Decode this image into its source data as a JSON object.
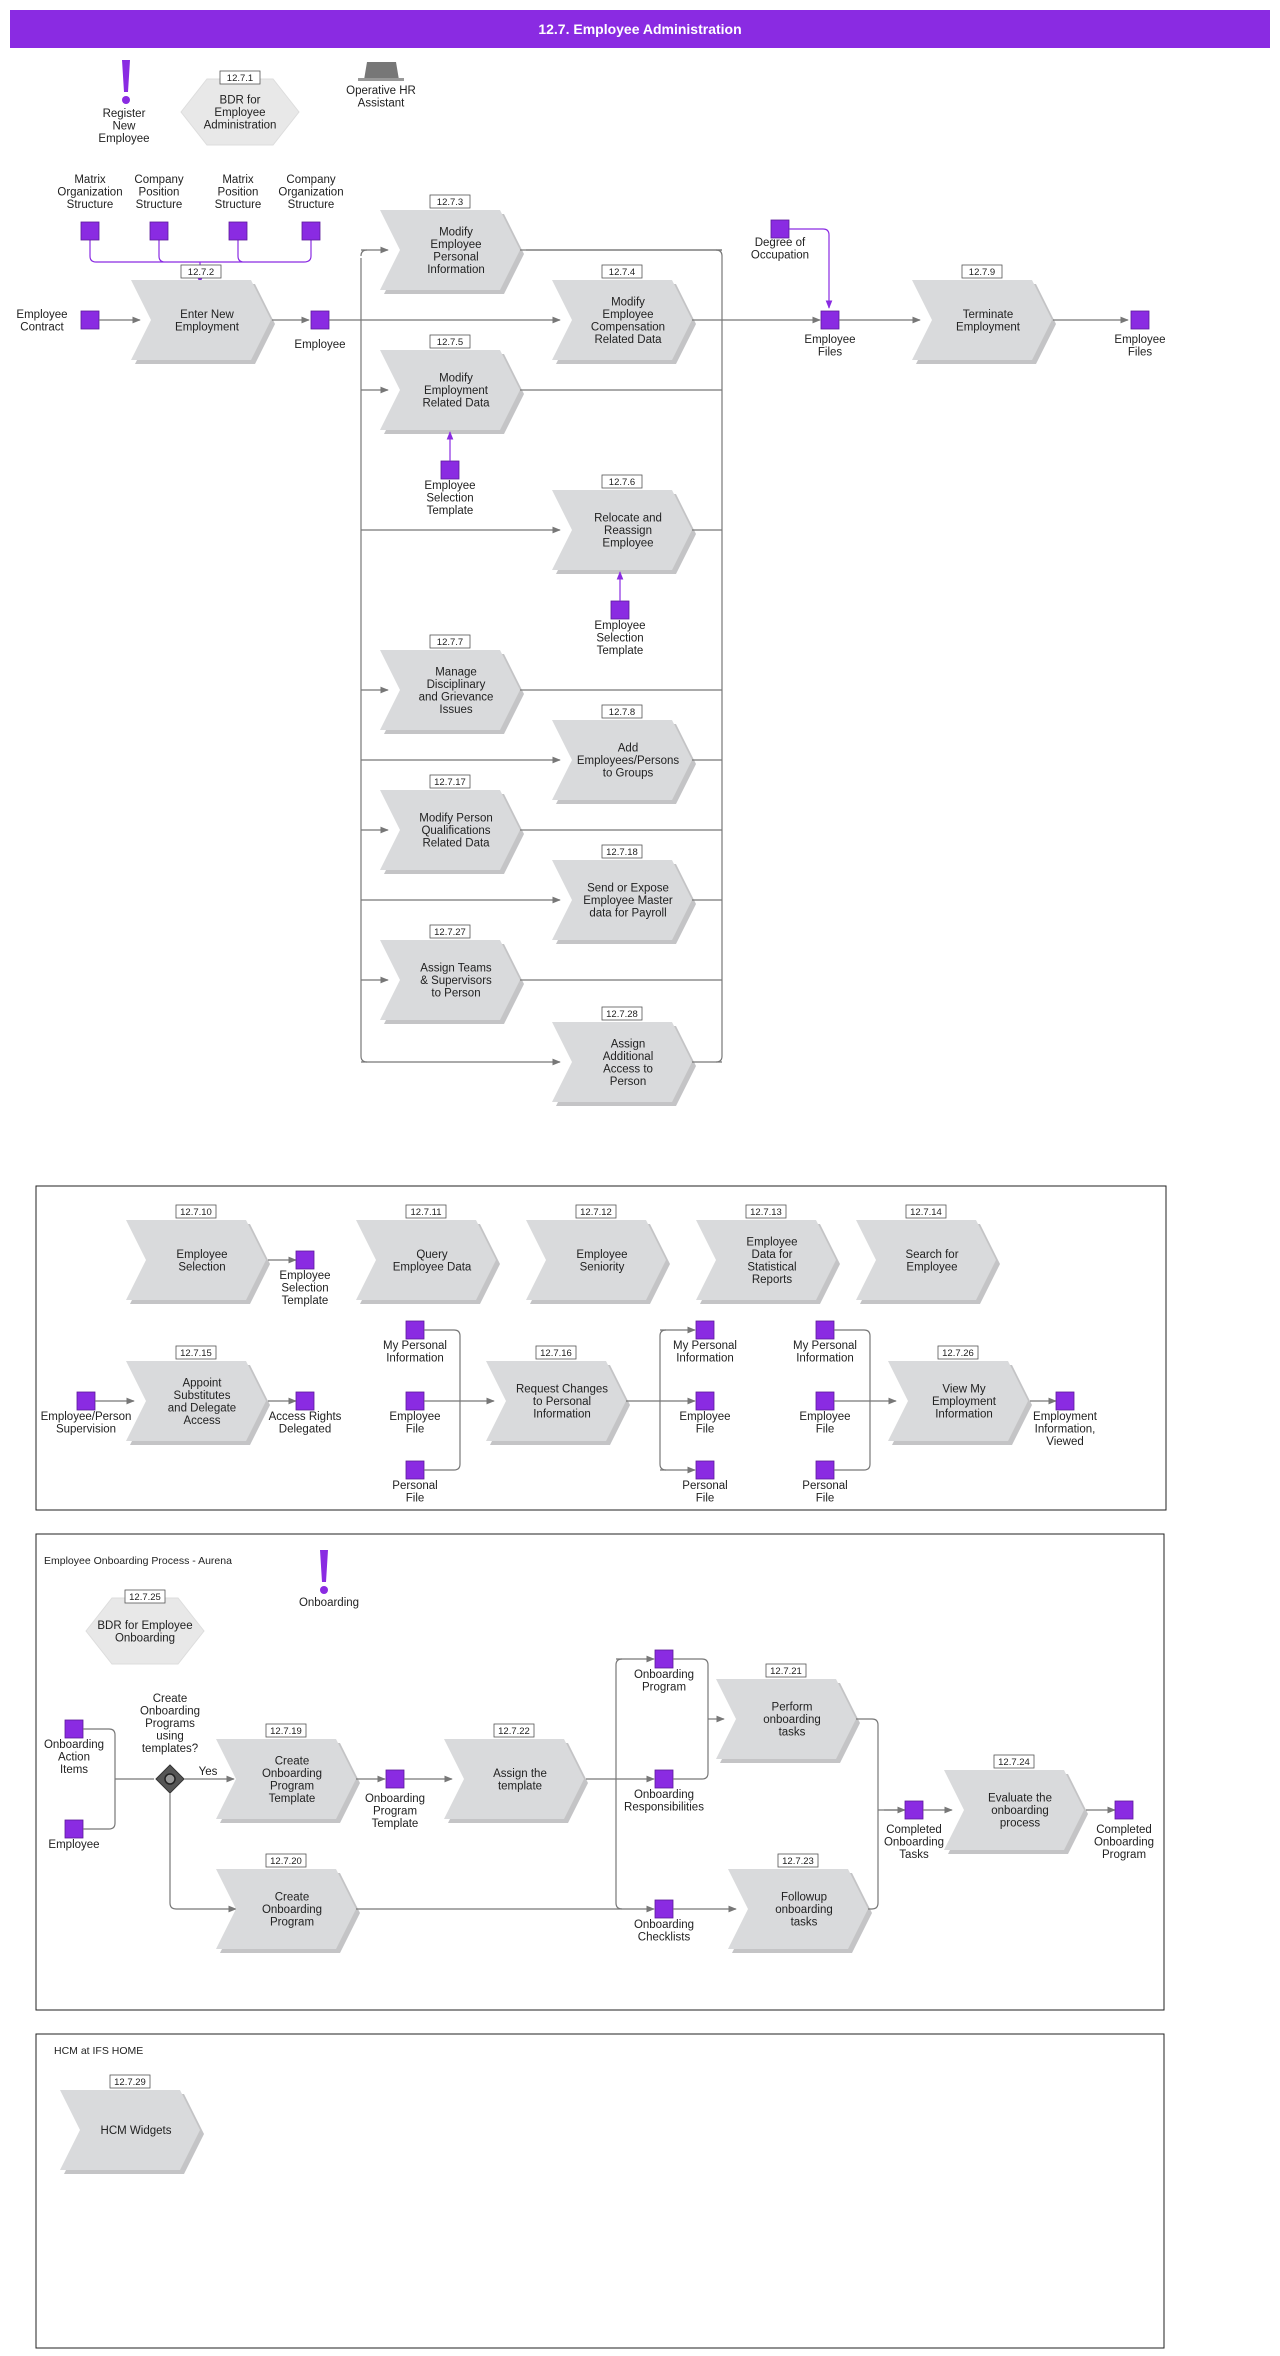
{
  "title": "12.7. Employee Administration",
  "colors": {
    "accent": "#8a2be2",
    "shape_fill": "#d9dadc",
    "line": "#777777"
  },
  "top_items": {
    "register": [
      "Register",
      "New",
      "Employee"
    ],
    "bdr": {
      "id": "12.7.1",
      "lines": [
        "BDR for",
        "Employee",
        "Administration"
      ]
    },
    "assistant": [
      "Operative HR",
      "Assistant"
    ]
  },
  "inputs": {
    "matrix_org": [
      "Matrix",
      "Organization",
      "Structure"
    ],
    "company_pos": [
      "Company",
      "Position",
      "Structure"
    ],
    "matrix_pos": [
      "Matrix",
      "Position",
      "Structure"
    ],
    "company_org": [
      "Company",
      "Organization",
      "Structure"
    ],
    "employee_contract": [
      "Employee",
      "Contract"
    ],
    "employee": [
      "Employee"
    ],
    "degree": [
      "Degree of",
      "Occupation"
    ],
    "employee_files_1": [
      "Employee",
      "Files"
    ],
    "employee_files_2": [
      "Employee",
      "Files"
    ],
    "emp_sel_template_1": [
      "Employee",
      "Selection",
      "Template"
    ],
    "emp_sel_template_2": [
      "Employee",
      "Selection",
      "Template"
    ]
  },
  "processes": {
    "p1272": {
      "id": "12.7.2",
      "lines": [
        "Enter New",
        "Employment"
      ]
    },
    "p1273": {
      "id": "12.7.3",
      "lines": [
        "Modify",
        "Employee",
        "Personal",
        "Information"
      ]
    },
    "p1274": {
      "id": "12.7.4",
      "lines": [
        "Modify",
        "Employee",
        "Compensation",
        "Related Data"
      ]
    },
    "p1275": {
      "id": "12.7.5",
      "lines": [
        "Modify",
        "Employment",
        "Related Data"
      ]
    },
    "p1276": {
      "id": "12.7.6",
      "lines": [
        "Relocate and",
        "Reassign",
        "Employee"
      ]
    },
    "p1277": {
      "id": "12.7.7",
      "lines": [
        "Manage",
        "Disciplinary",
        "and Grievance",
        "Issues"
      ]
    },
    "p1278": {
      "id": "12.7.8",
      "lines": [
        "Add",
        "Employees/Persons",
        "to Groups"
      ]
    },
    "p1279": {
      "id": "12.7.9",
      "lines": [
        "Terminate",
        "Employment"
      ]
    },
    "p12717": {
      "id": "12.7.17",
      "lines": [
        "Modify Person",
        "Qualifications",
        "Related Data"
      ]
    },
    "p12718": {
      "id": "12.7.18",
      "lines": [
        "Send or Expose",
        "Employee Master",
        "data for Payroll"
      ]
    },
    "p12727": {
      "id": "12.7.27",
      "lines": [
        "Assign Teams",
        "& Supervisors",
        "to Person"
      ]
    },
    "p12728": {
      "id": "12.7.28",
      "lines": [
        "Assign",
        "Additional",
        "Access to",
        "Person"
      ]
    }
  },
  "box1": {
    "p12710": {
      "id": "12.7.10",
      "lines": [
        "Employee",
        "Selection"
      ]
    },
    "p12711": {
      "id": "12.7.11",
      "lines": [
        "Query",
        "Employee Data"
      ]
    },
    "p12712": {
      "id": "12.7.12",
      "lines": [
        "Employee",
        "Seniority"
      ]
    },
    "p12713": {
      "id": "12.7.13",
      "lines": [
        "Employee",
        "Data for",
        "Statistical",
        "Reports"
      ]
    },
    "p12714": {
      "id": "12.7.14",
      "lines": [
        "Search for",
        "Employee"
      ]
    },
    "p12715": {
      "id": "12.7.15",
      "lines": [
        "Appoint",
        "Substitutes",
        "and Delegate",
        "Access"
      ]
    },
    "p12716": {
      "id": "12.7.16",
      "lines": [
        "Request Changes",
        "to Personal",
        "Information"
      ]
    },
    "p12726": {
      "id": "12.7.26",
      "lines": [
        "View My",
        "Employment",
        "Information"
      ]
    },
    "emp_sel_tmpl": [
      "Employee",
      "Selection",
      "Template"
    ],
    "supervision": [
      "Employee/Person",
      "Supervision"
    ],
    "access_rights": [
      "Access Rights",
      "Delegated"
    ],
    "my_personal_a": [
      "My Personal",
      "Information"
    ],
    "emp_file_a": [
      "Employee",
      "File"
    ],
    "personal_file_a": [
      "Personal",
      "File"
    ],
    "my_personal_b": [
      "My Personal",
      "Information"
    ],
    "emp_file_b": [
      "Employee",
      "File"
    ],
    "personal_file_b": [
      "Personal",
      "File"
    ],
    "my_personal_c": [
      "My Personal",
      "Information"
    ],
    "emp_file_c": [
      "Employee",
      "File"
    ],
    "personal_file_c": [
      "Personal",
      "File"
    ],
    "emp_info_viewed": [
      "Employment",
      "Information,",
      "Viewed"
    ]
  },
  "box2": {
    "title": "Employee Onboarding Process - Aurena",
    "bdr": {
      "id": "12.7.25",
      "lines": [
        "BDR for Employee",
        "Onboarding"
      ]
    },
    "onboarding_event": [
      "Onboarding"
    ],
    "action_items": [
      "Onboarding",
      "Action",
      "Items"
    ],
    "employee": [
      "Employee"
    ],
    "gateway_q": [
      "Create",
      "Onboarding",
      "Programs",
      "using",
      "templates?"
    ],
    "yes": "Yes",
    "p12719": {
      "id": "12.7.19",
      "lines": [
        "Create",
        "Onboarding",
        "Program",
        "Template"
      ]
    },
    "p12720": {
      "id": "12.7.20",
      "lines": [
        "Create",
        "Onboarding",
        "Program"
      ]
    },
    "p12722": {
      "id": "12.7.22",
      "lines": [
        "Assign the",
        "template"
      ]
    },
    "p12721": {
      "id": "12.7.21",
      "lines": [
        "Perform",
        "onboarding",
        "tasks"
      ]
    },
    "p12723": {
      "id": "12.7.23",
      "lines": [
        "Followup",
        "onboarding",
        "tasks"
      ]
    },
    "p12724": {
      "id": "12.7.24",
      "lines": [
        "Evaluate the",
        "onboarding",
        "process"
      ]
    },
    "ob_prog_tmpl": [
      "Onboarding",
      "Program",
      "Template"
    ],
    "ob_program": [
      "Onboarding",
      "Program"
    ],
    "ob_resp": [
      "Onboarding",
      "Responsibilities"
    ],
    "ob_checklists": [
      "Onboarding",
      "Checklists"
    ],
    "completed_tasks": [
      "Completed",
      "Onboarding",
      "Tasks"
    ],
    "completed_program": [
      "Completed",
      "Onboarding",
      "Program"
    ]
  },
  "box3": {
    "title": "HCM at IFS HOME",
    "p12729": {
      "id": "12.7.29",
      "lines": [
        "HCM Widgets"
      ]
    }
  }
}
